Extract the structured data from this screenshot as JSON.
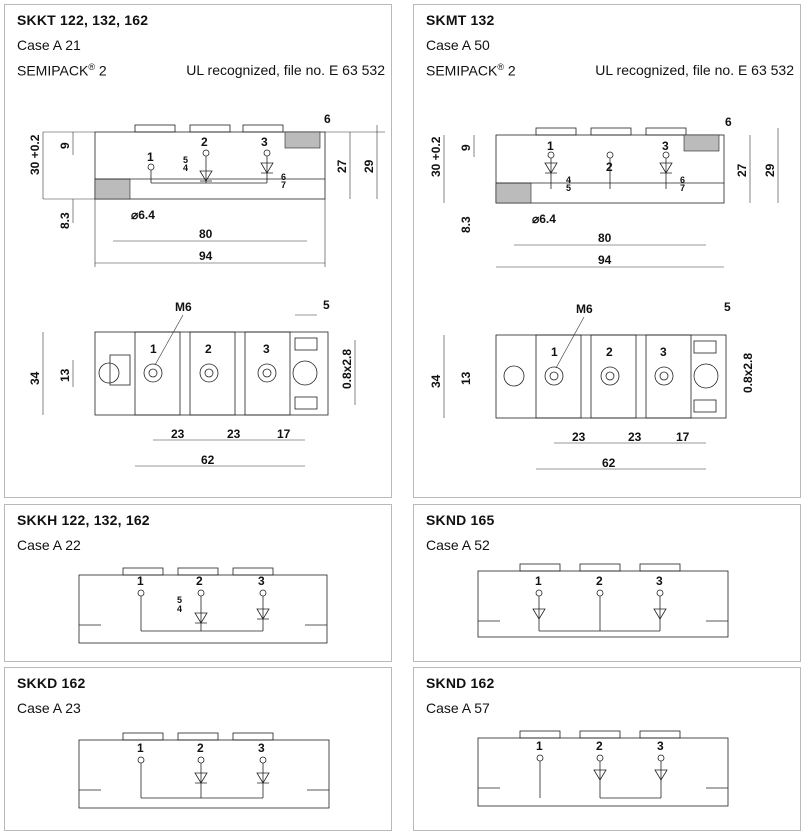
{
  "cells": [
    {
      "title": "SKKT 122, 132, 162",
      "case": "Case A 21",
      "semipack": "SEMIPACK",
      "semipack_sup": "®",
      "semipack_num": " 2",
      "ul": "UL recognized, file no. E 63 532"
    },
    {
      "title": "SKMT 132",
      "case": "Case A 50",
      "semipack": "SEMIPACK",
      "semipack_sup": "®",
      "semipack_num": " 2",
      "ul": "UL recognized, file no. E 63 532"
    },
    {
      "title": "SKKH 122, 132, 162",
      "case": "Case A 22"
    },
    {
      "title": "SKND 165",
      "case": "Case A 52"
    },
    {
      "title": "SKKD 162",
      "case": "Case A 23"
    },
    {
      "title": "SKND 162",
      "case": "Case A 57"
    }
  ],
  "dims": {
    "tol": "30 +0.2",
    "d9": "9",
    "d6": "6",
    "d27": "27",
    "d29": "29",
    "d83": "8.3",
    "hole": "⌀6.4",
    "d80": "80",
    "d94": "94",
    "m6": "M6",
    "d5": "5",
    "d34": "34",
    "d13": "13",
    "d08": "0.8x2.8",
    "d23a": "23",
    "d23b": "23",
    "d17": "17",
    "d62": "62"
  },
  "pins": {
    "p1": "1",
    "p2": "2",
    "p3": "3",
    "p4": "4",
    "p5": "5",
    "p6": "6",
    "p7": "7"
  }
}
